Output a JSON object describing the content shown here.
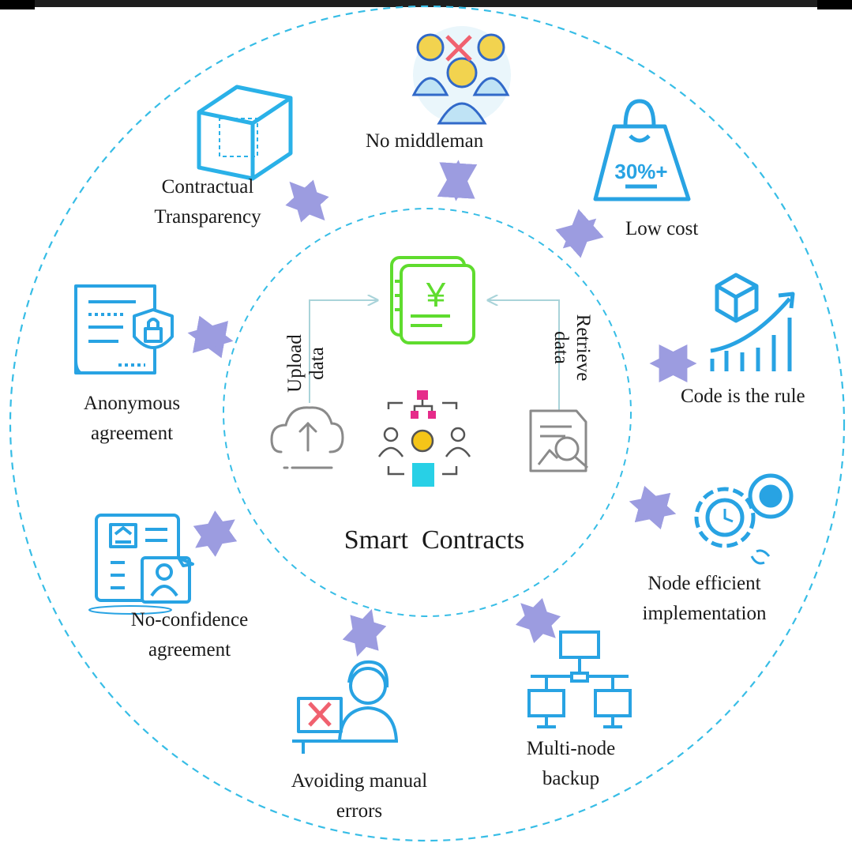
{
  "center": {
    "title": "Smart  Contracts",
    "upload": [
      "Upload",
      "data"
    ],
    "retrieve": [
      "Retrieve",
      "data"
    ]
  },
  "benefits": {
    "no_middleman": [
      "No middleman"
    ],
    "low_cost": [
      "Low cost"
    ],
    "code_rule": [
      "Code is the rule"
    ],
    "node_efficient": [
      "Node efficient",
      "implementation"
    ],
    "multi_node": [
      "Multi-node",
      "backup"
    ],
    "manual_errors": [
      "Avoiding manual",
      "errors"
    ],
    "no_confidence": [
      "No-confidence",
      "agreement"
    ],
    "anonymous": [
      "Anonymous",
      "agreement"
    ],
    "transparency": [
      "Contractual",
      "Transparency"
    ]
  },
  "icons": {
    "cost_badge": "30%+",
    "currency_symbol": "¥"
  },
  "colors": {
    "ring": "#37bde6",
    "arrow": "#9c9ce0",
    "icon_blue": "#28a3e3",
    "green": "#5fdc2e",
    "gray": "#8a8a8a"
  }
}
